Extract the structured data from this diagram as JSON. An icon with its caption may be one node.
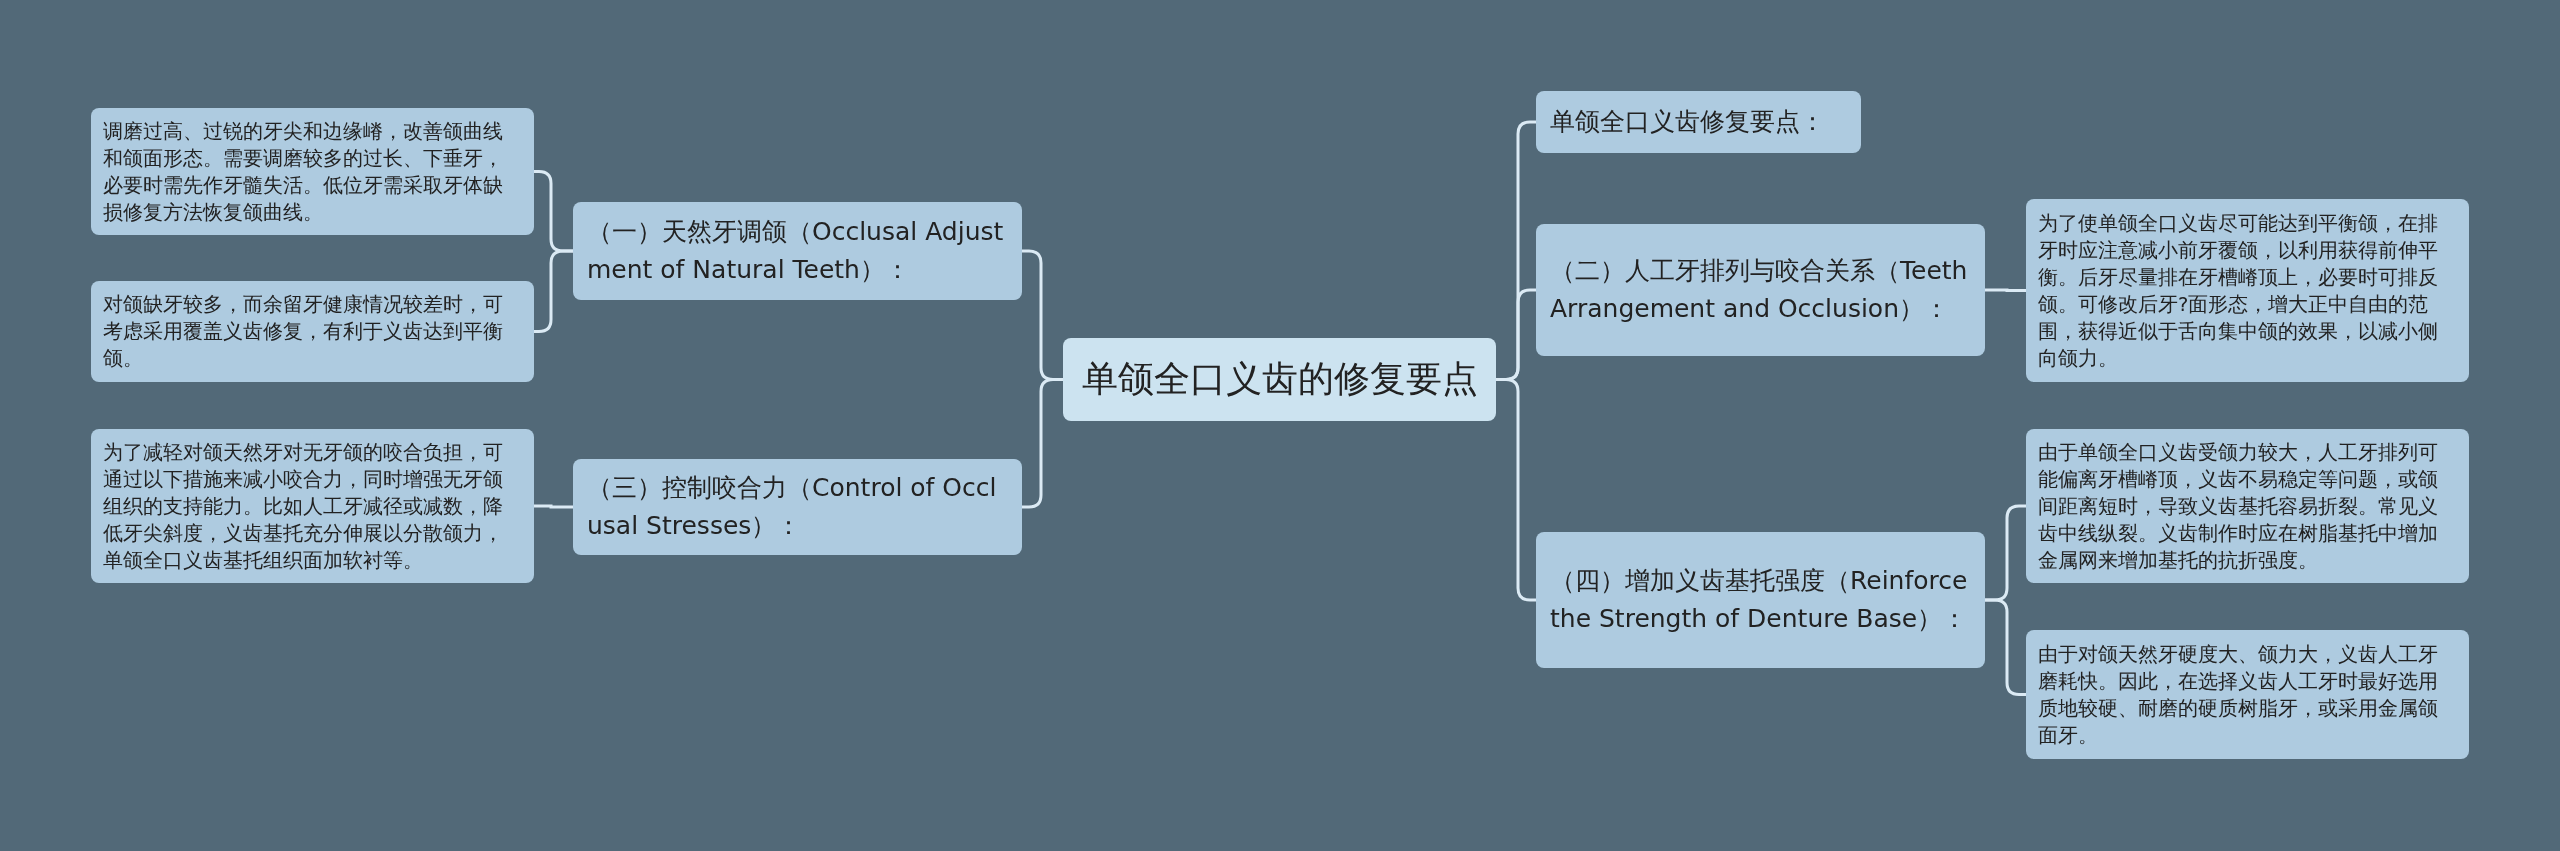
{
  "diagram": {
    "nodes": [
      {
        "text": [
          "单颌全口义齿的修复要点"
        ]
      },
      {
        "text": [
          "（一）天然牙调颌（Occlusal Adjustment of Natural Teeth）："
        ]
      },
      {
        "text": [
          "调磨过高、过锐的牙尖和边缘嵴，改善颌曲线和颌面形态。需要调磨较多的过长、下垂牙，必要时需先作牙髓失活。低位牙需采取牙体缺损修复方法恢复颌曲线。"
        ]
      },
      {
        "text": [
          "对颌缺牙较多，而余留牙健康情况较差时，可考虑采用覆盖义齿修复，有利于义齿达到平衡颌。"
        ]
      },
      {
        "text": [
          "（三）控制咬合力（Control of Occlusal Stresses）："
        ]
      },
      {
        "text": [
          "为了减轻对颌天然牙对无牙颌的咬合负担，可通过以下措施来减小咬合力，同时增强无牙颌组织的支持能力。比如人工牙减径或减数，降低牙尖斜度，义齿基托充分伸展以分散颌力，单颌全口义齿基托组织面加软衬等。"
        ]
      },
      {
        "text": [
          "单颌全口义齿修复要点："
        ]
      },
      {
        "text": [
          "（二）人工牙排列与咬合关系（Teeth Arrangement and Occlusion）："
        ]
      },
      {
        "text": [
          "为了使单颌全口义齿尽可能达到平衡颌，在排牙时应注意减小前牙覆颌，以利用获得前伸平衡。后牙尽量排在牙槽嵴顶上，必要时可排反颌。可修改后牙?面形态，增大正中自由的范围，获得近似于舌向集中颌的效果，以减小侧向颌力。"
        ]
      },
      {
        "text": [
          "（四）增加义齿基托强度（Reinforce the Strength of Denture Base）："
        ]
      },
      {
        "text": [
          "由于单颌全口义齿受颌力较大，人工牙排列可能偏离牙槽嵴顶，义齿不易稳定等问题，或颌间距离短时，导致义齿基托容易折裂。常见义齿中线纵裂。义齿制作时应在树脂基托中增加金属网来增加基托的抗折强度。"
        ]
      },
      {
        "text": [
          "由于对颌天然牙硬度大、颌力大，义齿人工牙磨耗快。因此，在选择义齿人工牙时最好选用质地较硬、耐磨的硬质树脂牙，或采用金属颌面牙。"
        ]
      }
    ],
    "edges": [
      {
        "from": 0,
        "to": 1,
        "arrow": "none"
      },
      {
        "from": 1,
        "to": 2,
        "arrow": "none"
      },
      {
        "from": 1,
        "to": 3,
        "arrow": "none"
      },
      {
        "from": 0,
        "to": 4,
        "arrow": "none"
      },
      {
        "from": 4,
        "to": 5,
        "arrow": "none"
      },
      {
        "from": 0,
        "to": 6,
        "arrow": "none"
      },
      {
        "from": 0,
        "to": 7,
        "arrow": "none"
      },
      {
        "from": 7,
        "to": 8,
        "arrow": "none"
      },
      {
        "from": 0,
        "to": 9,
        "arrow": "none"
      },
      {
        "from": 9,
        "to": 10,
        "arrow": "none"
      },
      {
        "from": 9,
        "to": 11,
        "arrow": "none"
      }
    ]
  }
}
